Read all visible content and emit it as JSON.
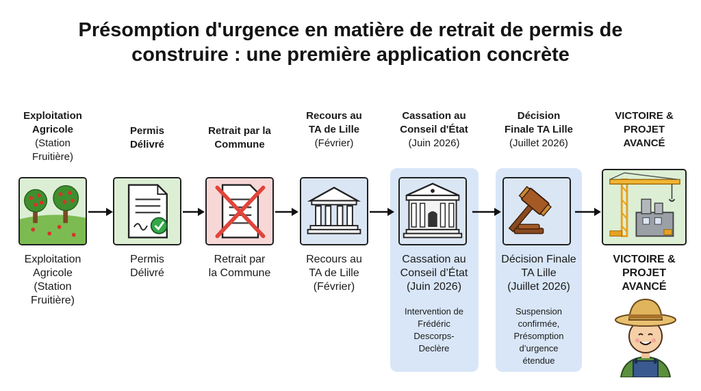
{
  "title_lines": [
    "Présomption d'urgence en matière de retrait de permis de",
    "construire : une première application concrète"
  ],
  "steps": [
    {
      "top_bold": [
        "Exploitation",
        "Agricole"
      ],
      "top_normal": [
        "(Station",
        "Fruitière)"
      ],
      "bottom": [
        "Exploitation",
        "Agricole",
        "(Station",
        "Fruitière)"
      ],
      "note": [],
      "icon": "orchard-icon",
      "bg": "#d9ecd1"
    },
    {
      "top_bold": [
        "Permis",
        "Délivré"
      ],
      "top_normal": [],
      "bottom": [
        "Permis",
        "Délivré"
      ],
      "note": [],
      "icon": "permit-document-icon",
      "bg": "#d9ecd1"
    },
    {
      "top_bold": [
        "Retrait par la",
        "Commune"
      ],
      "top_normal": [],
      "bottom": [
        "Retrait par",
        "la Commune"
      ],
      "note": [],
      "icon": "cancelled-document-icon",
      "bg": "#f8d7d7"
    },
    {
      "top_bold": [
        "Recours au",
        "TA de Lille"
      ],
      "top_normal": [
        "(Février)"
      ],
      "bottom": [
        "Recours au",
        "TA de Lille",
        "(Février)"
      ],
      "note": [],
      "icon": "courthouse-icon",
      "bg": "#dbe6f5"
    },
    {
      "top_bold": [
        "Cassation au",
        "Conseil d'État"
      ],
      "top_normal": [
        "(Juin 2026)"
      ],
      "bottom": [
        "Cassation au",
        "Conseil d’État",
        "(Juin 2026)"
      ],
      "note": [
        "Intervention de",
        "Frédéric",
        "Descorps-",
        "Declère"
      ],
      "icon": "council-of-state-icon",
      "bg": "#dbe6f5"
    },
    {
      "top_bold": [
        "Décision",
        "Finale TA Lille"
      ],
      "top_normal": [
        "(Juillet 2026)"
      ],
      "bottom": [
        "Décision Finale",
        "TA Lille",
        "(Juillet 2026)"
      ],
      "note": [
        "Suspension",
        "confirmée,",
        "Présomption",
        "d’urgence",
        "étendue"
      ],
      "icon": "gavel-icon",
      "bg": "#dbe6f5"
    },
    {
      "top_bold": [
        "VICTOIRE &",
        "PROJET",
        "AVANCÉ"
      ],
      "top_normal": [],
      "bottom": [
        "VICTOIRE &",
        "PROJET",
        "AVANCÉ"
      ],
      "note": [],
      "icon": "construction-crane-icon",
      "bg": "#d9ecd1",
      "bottom_bold": true
    }
  ],
  "colors": {
    "green_bg": "#d9ecd1",
    "red_bg": "#f8d7d7",
    "blue_bg": "#dbe6f5",
    "panel": "#d8e6f7"
  },
  "extra_icon": "farmer-icon"
}
